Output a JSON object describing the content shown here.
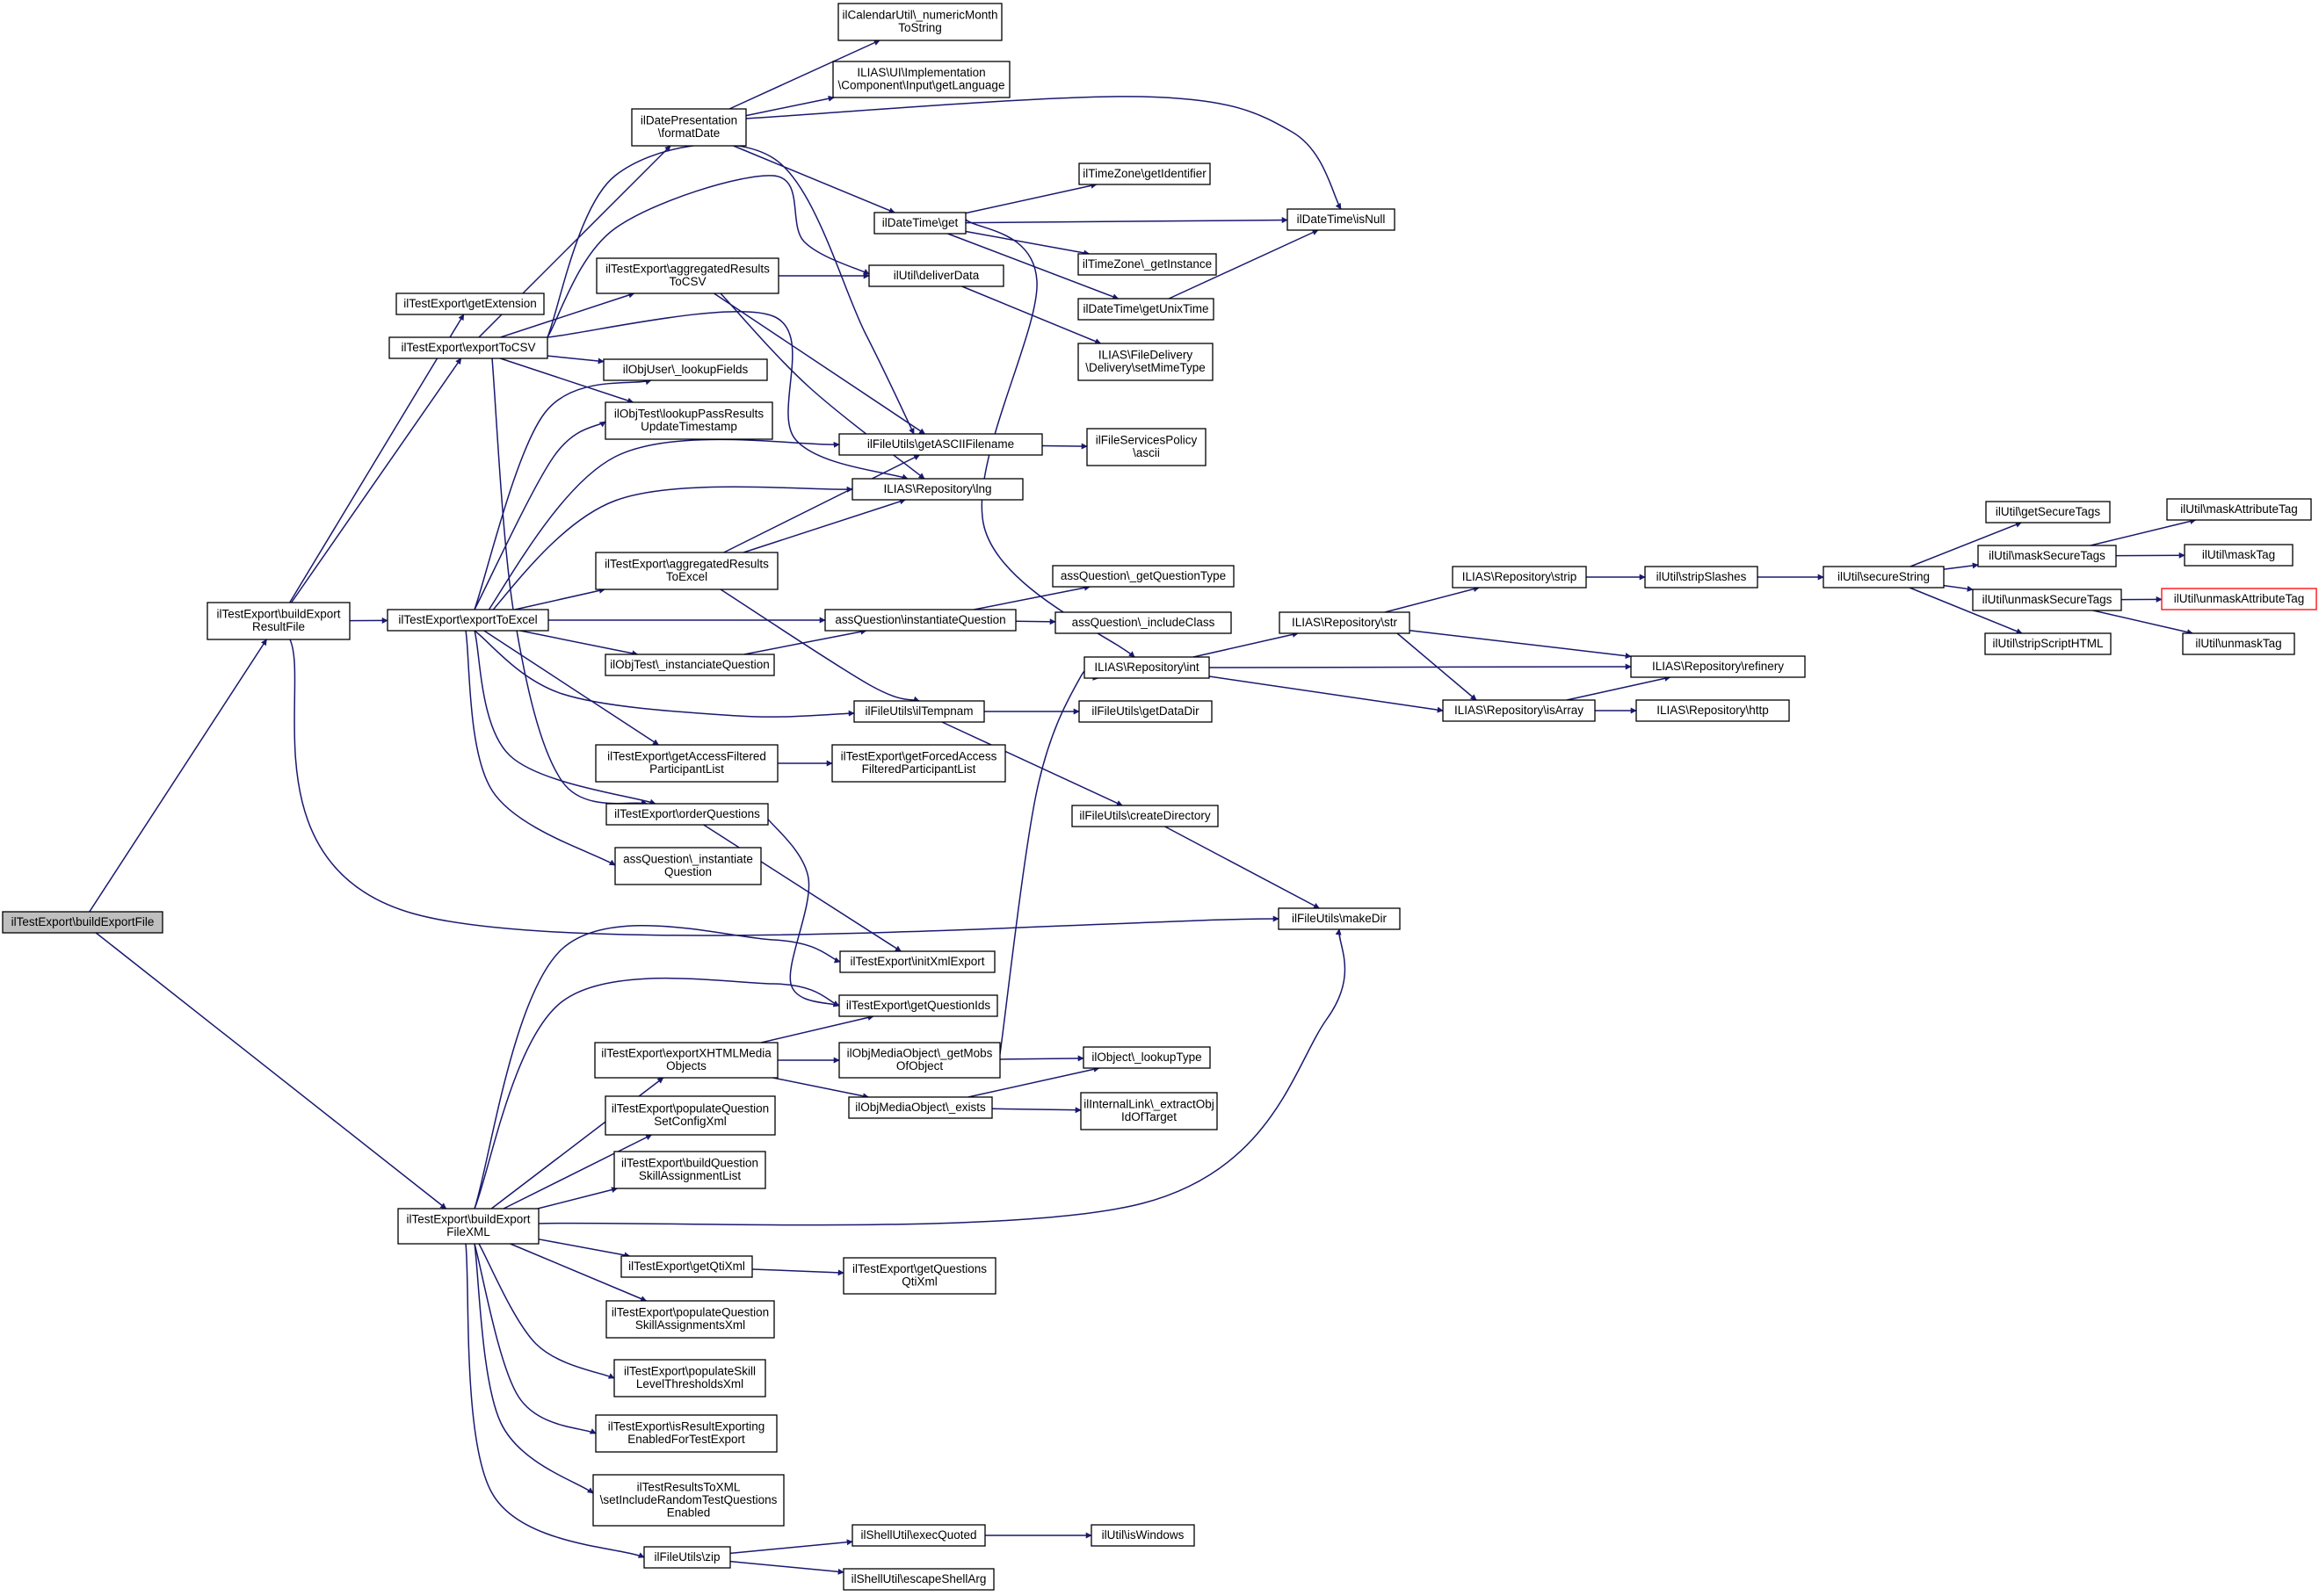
{
  "colors": {
    "background": "#ffffff",
    "node_fill": "#ffffff",
    "node_border": "#000000",
    "root_fill": "#bfbfbf",
    "truncated_border": "#ff0000",
    "edge": "#191970"
  },
  "nodes": [
    {
      "id": "root",
      "lines": [
        "ilTestExport\\buildExportFile"
      ],
      "root": true
    },
    {
      "id": "buildExportResultFile",
      "lines": [
        "ilTestExport\\buildExport",
        "ResultFile"
      ]
    },
    {
      "id": "buildExportFileXML",
      "lines": [
        "ilTestExport\\buildExport",
        "FileXML"
      ]
    },
    {
      "id": "getExtension",
      "lines": [
        "ilTestExport\\getExtension"
      ]
    },
    {
      "id": "exportToCSV",
      "lines": [
        "ilTestExport\\exportToCSV"
      ]
    },
    {
      "id": "exportToExcel",
      "lines": [
        "ilTestExport\\exportToExcel"
      ]
    },
    {
      "id": "makeDir",
      "lines": [
        "ilFileUtils\\makeDir"
      ]
    },
    {
      "id": "formatDate",
      "lines": [
        "ilDatePresentation",
        "\\formatDate"
      ]
    },
    {
      "id": "aggCSV",
      "lines": [
        "ilTestExport\\aggregatedResults",
        "ToCSV"
      ]
    },
    {
      "id": "lookupFields",
      "lines": [
        "ilObjUser\\_lookupFields"
      ]
    },
    {
      "id": "lookupPass",
      "lines": [
        "ilObjTest\\lookupPassResults",
        "UpdateTimestamp"
      ]
    },
    {
      "id": "getASCII",
      "lines": [
        "ilFileUtils\\getASCIIFilename"
      ]
    },
    {
      "id": "lng",
      "lines": [
        "ILIAS\\Repository\\lng"
      ]
    },
    {
      "id": "deliverData",
      "lines": [
        "ilUtil\\deliverData"
      ]
    },
    {
      "id": "orderQuestions",
      "lines": [
        "ilTestExport\\orderQuestions"
      ]
    },
    {
      "id": "numericMonth",
      "lines": [
        "ilCalendarUtil\\_numericMonth",
        "ToString"
      ]
    },
    {
      "id": "getLanguage",
      "lines": [
        "ILIAS\\UI\\Implementation",
        "\\Component\\Input\\getLanguage"
      ]
    },
    {
      "id": "dtGet",
      "lines": [
        "ilDateTime\\get"
      ]
    },
    {
      "id": "isNull",
      "lines": [
        "ilDateTime\\isNull"
      ]
    },
    {
      "id": "tzIdentifier",
      "lines": [
        "ilTimeZone\\getIdentifier"
      ]
    },
    {
      "id": "tzInstance",
      "lines": [
        "ilTimeZone\\_getInstance"
      ]
    },
    {
      "id": "unixTime",
      "lines": [
        "ilDateTime\\getUnixTime"
      ]
    },
    {
      "id": "repoInt",
      "lines": [
        "ILIAS\\Repository\\int"
      ]
    },
    {
      "id": "setMime",
      "lines": [
        "ILIAS\\FileDelivery",
        "\\Delivery\\setMimeType"
      ]
    },
    {
      "id": "policyAscii",
      "lines": [
        "ilFileServicesPolicy",
        "\\ascii"
      ]
    },
    {
      "id": "aggExcel",
      "lines": [
        "ilTestExport\\aggregatedResults",
        "ToExcel"
      ]
    },
    {
      "id": "instantiateQ",
      "lines": [
        "assQuestion\\instantiateQuestion"
      ]
    },
    {
      "id": "instanciateQ",
      "lines": [
        "ilObjTest\\_instanciateQuestion"
      ]
    },
    {
      "id": "ilTempnam",
      "lines": [
        "ilFileUtils\\ilTempnam"
      ]
    },
    {
      "id": "accessFiltered",
      "lines": [
        "ilTestExport\\getAccessFiltered",
        "ParticipantList"
      ]
    },
    {
      "id": "assInstantiate",
      "lines": [
        "assQuestion\\_instantiate",
        "Question"
      ]
    },
    {
      "id": "getQuestionType",
      "lines": [
        "assQuestion\\_getQuestionType"
      ]
    },
    {
      "id": "includeClass",
      "lines": [
        "assQuestion\\_includeClass"
      ]
    },
    {
      "id": "getDataDir",
      "lines": [
        "ilFileUtils\\getDataDir"
      ]
    },
    {
      "id": "createDirectory",
      "lines": [
        "ilFileUtils\\createDirectory"
      ]
    },
    {
      "id": "forcedAccess",
      "lines": [
        "ilTestExport\\getForcedAccess",
        "FilteredParticipantList"
      ]
    },
    {
      "id": "repoStr",
      "lines": [
        "ILIAS\\Repository\\str"
      ]
    },
    {
      "id": "repoStrip",
      "lines": [
        "ILIAS\\Repository\\strip"
      ]
    },
    {
      "id": "stripSlashes",
      "lines": [
        "ilUtil\\stripSlashes"
      ]
    },
    {
      "id": "secureString",
      "lines": [
        "ilUtil\\secureString"
      ]
    },
    {
      "id": "refinery",
      "lines": [
        "ILIAS\\Repository\\refinery"
      ]
    },
    {
      "id": "isArray",
      "lines": [
        "ILIAS\\Repository\\isArray"
      ]
    },
    {
      "id": "http",
      "lines": [
        "ILIAS\\Repository\\http"
      ]
    },
    {
      "id": "getSecureTags",
      "lines": [
        "ilUtil\\getSecureTags"
      ]
    },
    {
      "id": "maskSecureTags",
      "lines": [
        "ilUtil\\maskSecureTags"
      ]
    },
    {
      "id": "unmaskSecureTags",
      "lines": [
        "ilUtil\\unmaskSecureTags"
      ]
    },
    {
      "id": "stripScriptHTML",
      "lines": [
        "ilUtil\\stripScriptHTML"
      ]
    },
    {
      "id": "maskAttributeTag",
      "lines": [
        "ilUtil\\maskAttributeTag"
      ]
    },
    {
      "id": "maskTag",
      "lines": [
        "ilUtil\\maskTag"
      ]
    },
    {
      "id": "unmaskAttributeTag",
      "lines": [
        "ilUtil\\unmaskAttributeTag"
      ],
      "truncated": true
    },
    {
      "id": "unmaskTag",
      "lines": [
        "ilUtil\\unmaskTag"
      ]
    },
    {
      "id": "initXmlExport",
      "lines": [
        "ilTestExport\\initXmlExport"
      ]
    },
    {
      "id": "getQuestionIds",
      "lines": [
        "ilTestExport\\getQuestionIds"
      ]
    },
    {
      "id": "exportXHTML",
      "lines": [
        "ilTestExport\\exportXHTMLMedia",
        "Objects"
      ]
    },
    {
      "id": "getMobs",
      "lines": [
        "ilObjMediaObject\\_getMobs",
        "OfObject"
      ]
    },
    {
      "id": "mobExists",
      "lines": [
        "ilObjMediaObject\\_exists"
      ]
    },
    {
      "id": "lookupType",
      "lines": [
        "ilObject\\_lookupType"
      ]
    },
    {
      "id": "extractObjId",
      "lines": [
        "ilInternalLink\\_extractObj",
        "IdOfTarget"
      ]
    },
    {
      "id": "populateQSetConfig",
      "lines": [
        "ilTestExport\\populateQuestion",
        "SetConfigXml"
      ]
    },
    {
      "id": "buildQSkill",
      "lines": [
        "ilTestExport\\buildQuestion",
        "SkillAssignmentList"
      ]
    },
    {
      "id": "getQtiXml",
      "lines": [
        "ilTestExport\\getQtiXml"
      ]
    },
    {
      "id": "getQuestionsQti",
      "lines": [
        "ilTestExport\\getQuestions",
        "QtiXml"
      ]
    },
    {
      "id": "populateQSkill",
      "lines": [
        "ilTestExport\\populateQuestion",
        "SkillAssignmentsXml"
      ]
    },
    {
      "id": "populateSkillLevel",
      "lines": [
        "ilTestExport\\populateSkill",
        "LevelThresholdsXml"
      ]
    },
    {
      "id": "isResultExporting",
      "lines": [
        "ilTestExport\\isResultExporting",
        "EnabledForTestExport"
      ]
    },
    {
      "id": "setIncludeRandom",
      "lines": [
        "ilTestResultsToXML",
        "\\setIncludeRandomTestQuestions",
        "Enabled"
      ]
    },
    {
      "id": "zip",
      "lines": [
        "ilFileUtils\\zip"
      ]
    },
    {
      "id": "execQuoted",
      "lines": [
        "ilShellUtil\\execQuoted"
      ]
    },
    {
      "id": "escapeShellArg",
      "lines": [
        "ilShellUtil\\escapeShellArg"
      ]
    },
    {
      "id": "isWindows",
      "lines": [
        "ilUtil\\isWindows"
      ]
    }
  ],
  "edges": [
    [
      "root",
      "buildExportResultFile"
    ],
    [
      "root",
      "buildExportFileXML"
    ],
    [
      "buildExportResultFile",
      "getExtension"
    ],
    [
      "buildExportResultFile",
      "exportToCSV"
    ],
    [
      "buildExportResultFile",
      "exportToExcel"
    ],
    [
      "buildExportResultFile",
      "makeDir"
    ],
    [
      "exportToCSV",
      "formatDate"
    ],
    [
      "exportToCSV",
      "aggCSV"
    ],
    [
      "exportToCSV",
      "deliverData"
    ],
    [
      "exportToCSV",
      "getASCII"
    ],
    [
      "exportToCSV",
      "lng"
    ],
    [
      "exportToCSV",
      "lookupFields"
    ],
    [
      "exportToCSV",
      "lookupPass"
    ],
    [
      "exportToCSV",
      "orderQuestions"
    ],
    [
      "formatDate",
      "numericMonth"
    ],
    [
      "formatDate",
      "getLanguage"
    ],
    [
      "formatDate",
      "dtGet"
    ],
    [
      "formatDate",
      "isNull"
    ],
    [
      "dtGet",
      "tzIdentifier"
    ],
    [
      "dtGet",
      "isNull"
    ],
    [
      "dtGet",
      "tzInstance"
    ],
    [
      "dtGet",
      "unixTime"
    ],
    [
      "dtGet",
      "repoInt"
    ],
    [
      "unixTime",
      "isNull"
    ],
    [
      "aggCSV",
      "deliverData"
    ],
    [
      "aggCSV",
      "getASCII"
    ],
    [
      "aggCSV",
      "lng"
    ],
    [
      "deliverData",
      "setMime"
    ],
    [
      "getASCII",
      "policyAscii"
    ],
    [
      "exportToExcel",
      "aggExcel"
    ],
    [
      "exportToExcel",
      "instantiateQ"
    ],
    [
      "exportToExcel",
      "instanciateQ"
    ],
    [
      "exportToExcel",
      "ilTempnam"
    ],
    [
      "exportToExcel",
      "accessFiltered"
    ],
    [
      "exportToExcel",
      "orderQuestions"
    ],
    [
      "exportToExcel",
      "assInstantiate"
    ],
    [
      "exportToExcel",
      "getASCII"
    ],
    [
      "exportToExcel",
      "lng"
    ],
    [
      "exportToExcel",
      "lookupFields"
    ],
    [
      "exportToExcel",
      "lookupPass"
    ],
    [
      "aggExcel",
      "getASCII"
    ],
    [
      "aggExcel",
      "lng"
    ],
    [
      "aggExcel",
      "ilTempnam"
    ],
    [
      "instantiateQ",
      "getQuestionType"
    ],
    [
      "instantiateQ",
      "includeClass"
    ],
    [
      "instanciateQ",
      "instantiateQ"
    ],
    [
      "ilTempnam",
      "getDataDir"
    ],
    [
      "ilTempnam",
      "createDirectory"
    ],
    [
      "createDirectory",
      "makeDir"
    ],
    [
      "accessFiltered",
      "forcedAccess"
    ],
    [
      "orderQuestions",
      "initXmlExport"
    ],
    [
      "orderQuestions",
      "getQuestionIds"
    ],
    [
      "repoInt",
      "repoStr"
    ],
    [
      "repoInt",
      "refinery"
    ],
    [
      "repoInt",
      "isArray"
    ],
    [
      "repoStr",
      "repoStrip"
    ],
    [
      "repoStr",
      "refinery"
    ],
    [
      "repoStr",
      "isArray"
    ],
    [
      "repoStrip",
      "stripSlashes"
    ],
    [
      "stripSlashes",
      "secureString"
    ],
    [
      "isArray",
      "refinery"
    ],
    [
      "isArray",
      "http"
    ],
    [
      "secureString",
      "getSecureTags"
    ],
    [
      "secureString",
      "maskSecureTags"
    ],
    [
      "secureString",
      "unmaskSecureTags"
    ],
    [
      "secureString",
      "stripScriptHTML"
    ],
    [
      "maskSecureTags",
      "maskAttributeTag"
    ],
    [
      "maskSecureTags",
      "maskTag"
    ],
    [
      "unmaskSecureTags",
      "unmaskAttributeTag"
    ],
    [
      "unmaskSecureTags",
      "unmaskTag"
    ],
    [
      "buildExportFileXML",
      "initXmlExport"
    ],
    [
      "buildExportFileXML",
      "getQuestionIds"
    ],
    [
      "buildExportFileXML",
      "exportXHTML"
    ],
    [
      "buildExportFileXML",
      "populateQSetConfig"
    ],
    [
      "buildExportFileXML",
      "buildQSkill"
    ],
    [
      "buildExportFileXML",
      "makeDir"
    ],
    [
      "buildExportFileXML",
      "getQtiXml"
    ],
    [
      "buildExportFileXML",
      "populateQSkill"
    ],
    [
      "buildExportFileXML",
      "populateSkillLevel"
    ],
    [
      "buildExportFileXML",
      "isResultExporting"
    ],
    [
      "buildExportFileXML",
      "setIncludeRandom"
    ],
    [
      "buildExportFileXML",
      "zip"
    ],
    [
      "exportXHTML",
      "getQuestionIds"
    ],
    [
      "exportXHTML",
      "getMobs"
    ],
    [
      "exportXHTML",
      "mobExists"
    ],
    [
      "getMobs",
      "lookupType"
    ],
    [
      "getMobs",
      "repoInt"
    ],
    [
      "mobExists",
      "lookupType"
    ],
    [
      "mobExists",
      "extractObjId"
    ],
    [
      "getQtiXml",
      "getQuestionsQti"
    ],
    [
      "zip",
      "execQuoted"
    ],
    [
      "zip",
      "escapeShellArg"
    ],
    [
      "execQuoted",
      "isWindows"
    ]
  ]
}
